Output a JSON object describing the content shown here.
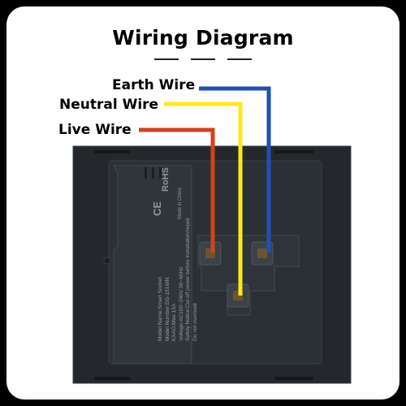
{
  "title": "Wiring Diagram",
  "wires": {
    "earth": {
      "label": "Earth Wire",
      "color": "#1f4fb8"
    },
    "neutral": {
      "label": "Neutral Wire",
      "color": "#ffe81a"
    },
    "live": {
      "label": "Live Wire",
      "color": "#d6401a"
    }
  },
  "product": {
    "specs": [
      "Model Name:Smart Socket",
      "Model Number:DS-151WN",
      "KXAO:Max.13A",
      "Voltage:AC100~240V 50~60Hz",
      "Safety Notice:Cut off power before installation/repair",
      "Do not overload"
    ],
    "rohs": "RoHS",
    "ce": "CE",
    "made_in": "Made in China"
  },
  "colors": {
    "background": "#000000",
    "card": "#ffffff",
    "panel": "#25292e"
  }
}
